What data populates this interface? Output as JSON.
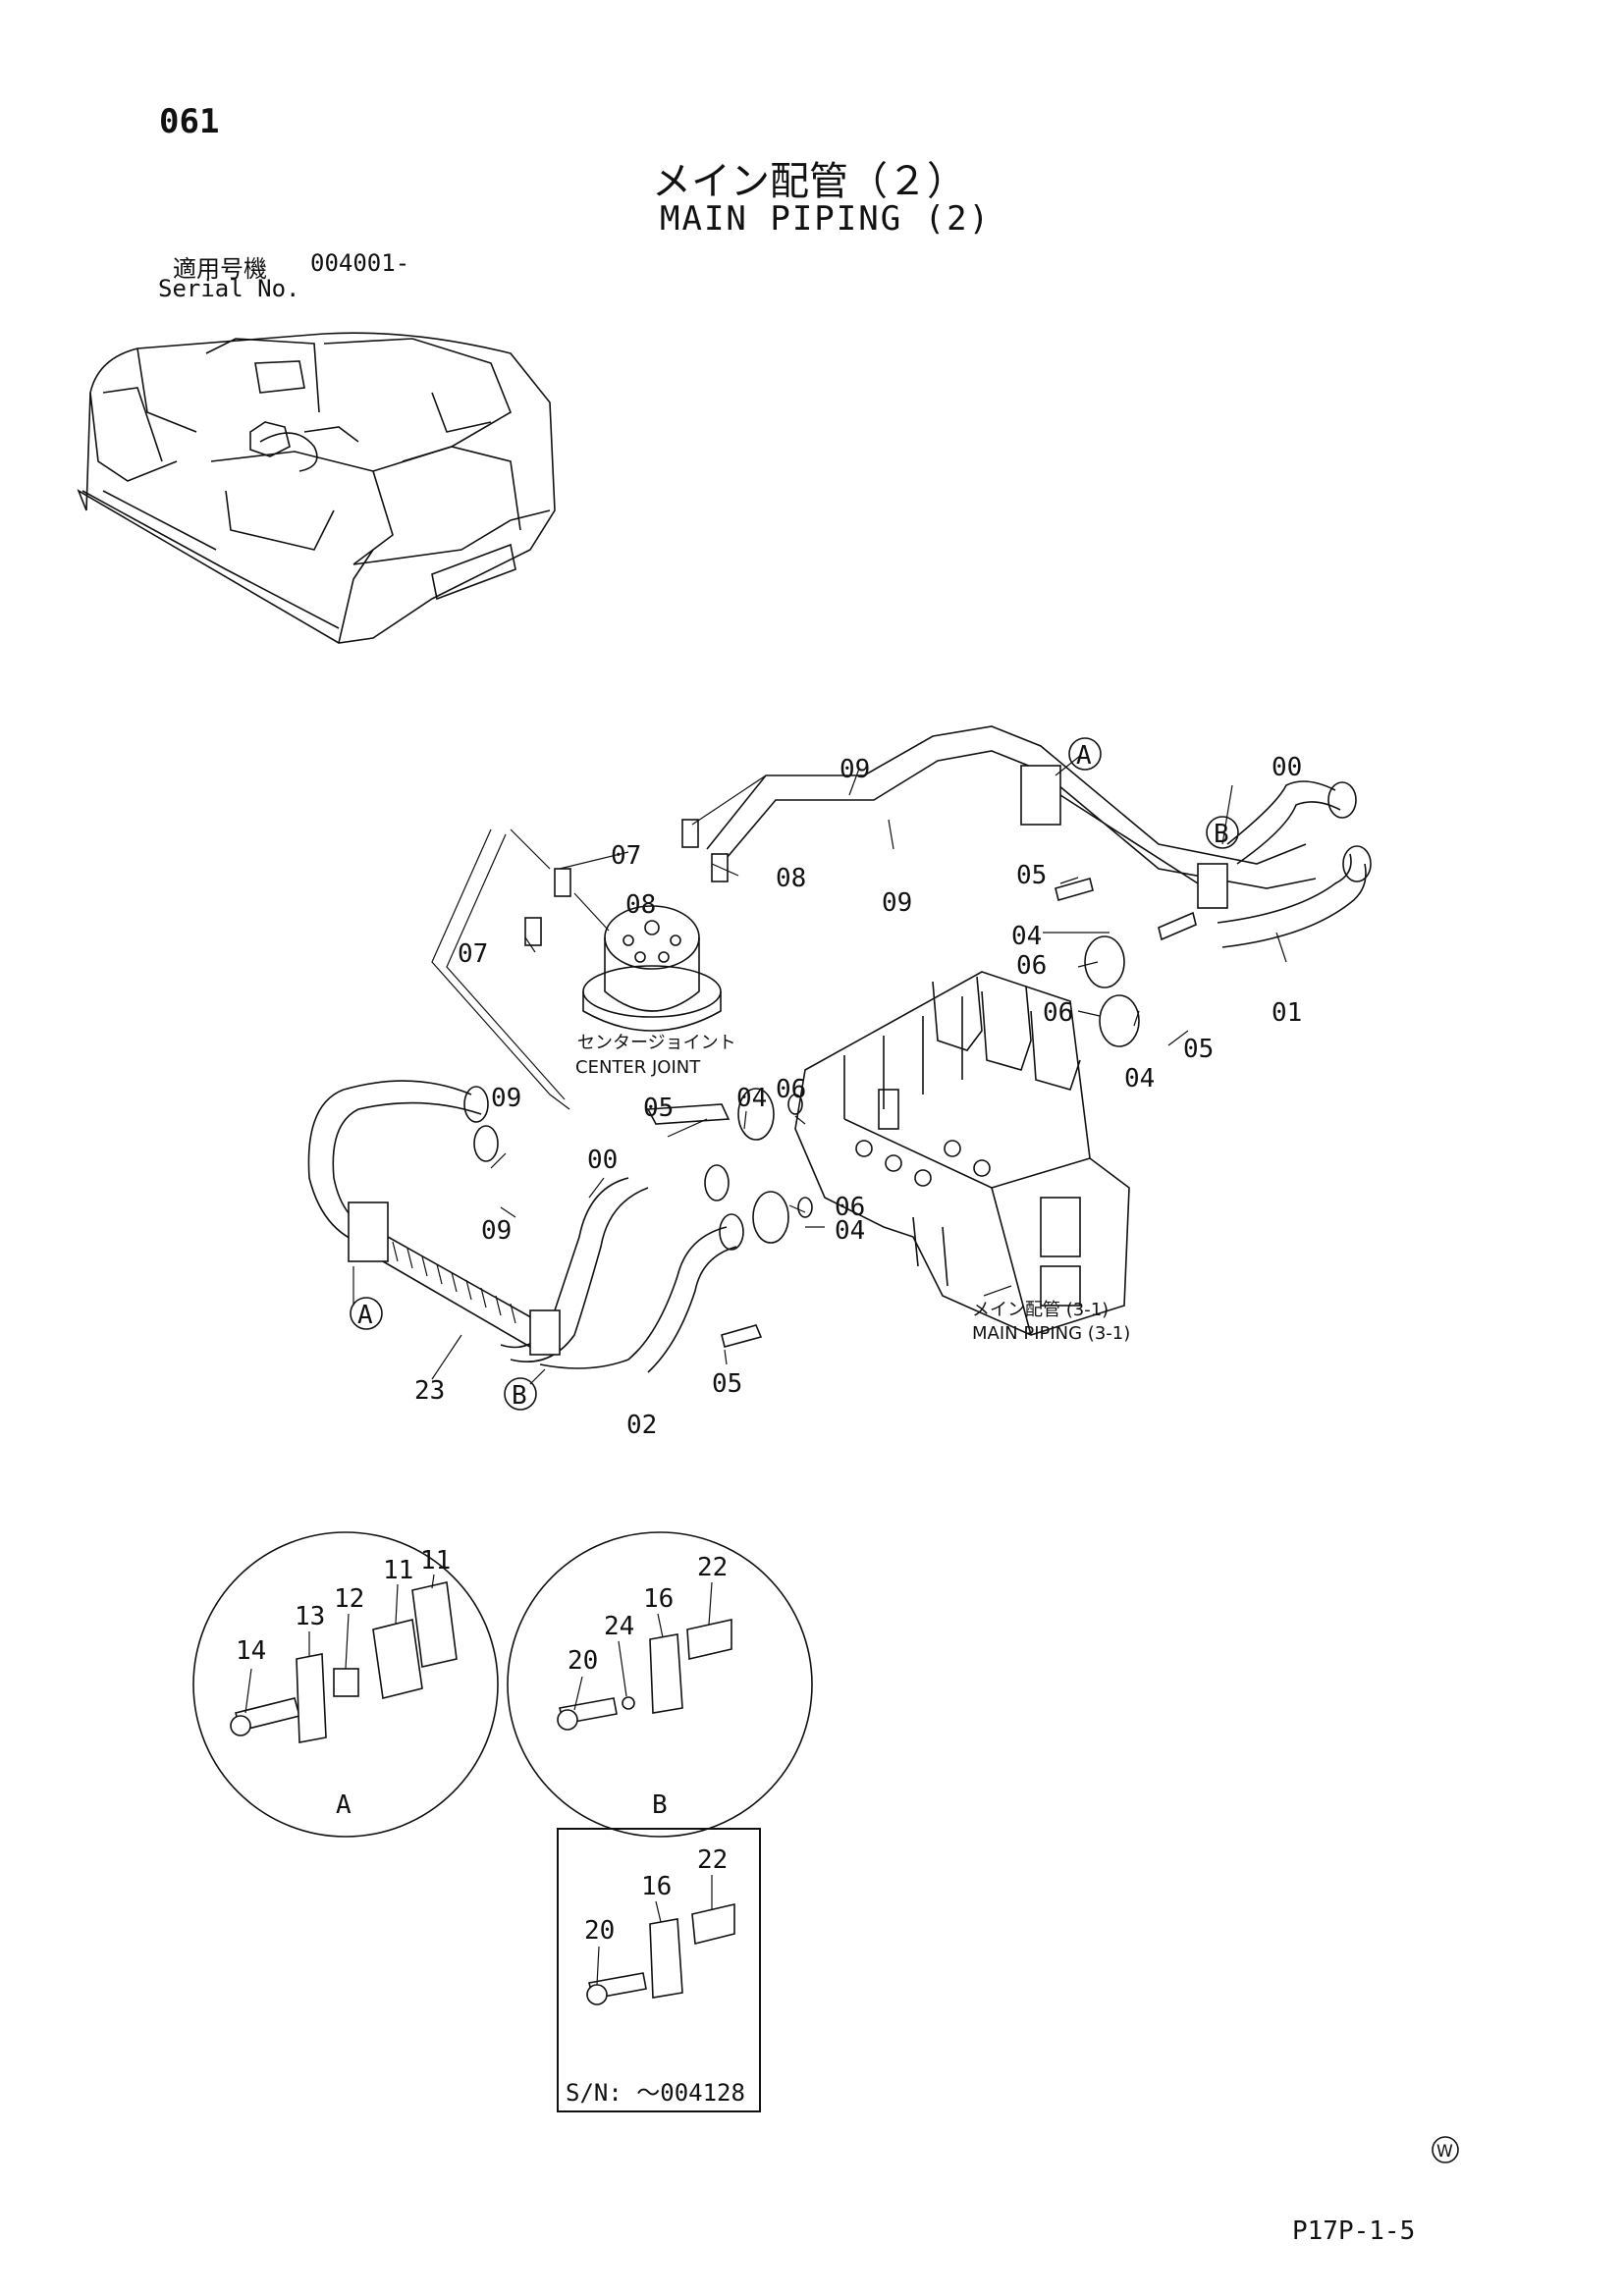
{
  "header": {
    "page_number": "061",
    "title_jp": "メイン配管（２）",
    "title_en": "MAIN PIPING (2)",
    "serial_label_jp": "適用号機",
    "serial_range": "004001-",
    "serial_label_en": "Serial No."
  },
  "callouts": {
    "c00a": "00",
    "c00b": "00",
    "c01": "01",
    "c02": "02",
    "c04a": "04",
    "c04b": "04",
    "c04c": "04",
    "c04d": "04",
    "c05a": "05",
    "c05b": "05",
    "c05c": "05",
    "c05d": "05",
    "c06a": "06",
    "c06b": "06",
    "c06c": "06",
    "c06d": "06",
    "c07a": "07",
    "c07b": "07",
    "c08a": "08",
    "c08b": "08",
    "c09a": "09",
    "c09b": "09",
    "c09c": "09",
    "c09d": "09",
    "c23": "23",
    "refA1": "A",
    "refA2": "A",
    "refB1": "B",
    "refB2": "B"
  },
  "labels": {
    "center_joint_jp": "センタージョイント",
    "center_joint_en": "CENTER JOINT",
    "main_piping_ref_jp": "メイン配管 (3-1)",
    "main_piping_ref_en": "MAIN PIPING (3-1)"
  },
  "detail_a": {
    "label": "A",
    "c11a": "11",
    "c11b": "11",
    "c12": "12",
    "c13": "13",
    "c14": "14"
  },
  "detail_b": {
    "label": "B",
    "c16": "16",
    "c20": "20",
    "c22": "22",
    "c24": "24"
  },
  "detail_sn": {
    "c16": "16",
    "c20": "20",
    "c22": "22",
    "sn_label": "S/N: ～004128"
  },
  "footer": {
    "page_code": "P17P-1-5",
    "mark": "W"
  }
}
